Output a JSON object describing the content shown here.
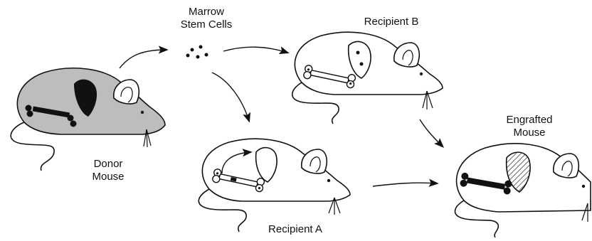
{
  "labels": {
    "marrow_line1": "Marrow",
    "marrow_line2": "Stem Cells",
    "recipient_b": "Recipient B",
    "donor_line1": "Donor",
    "donor_line2": "Mouse",
    "engrafted_line1": "Engrafted",
    "engrafted_line2": "Mouse",
    "recipient_a": "Recipient A"
  },
  "colors": {
    "ink": "#111111",
    "donor_body": "#bdbdbd",
    "organ_dark": "#111111",
    "hatch": "#555555",
    "background": "#ffffff"
  },
  "icons": {
    "donor": "mouse-gray-icon",
    "recipient_a": "mouse-outline-icon",
    "recipient_b": "mouse-outline-icon",
    "engrafted": "mouse-outline-icon",
    "cells": "stem-cell-dots-icon"
  }
}
